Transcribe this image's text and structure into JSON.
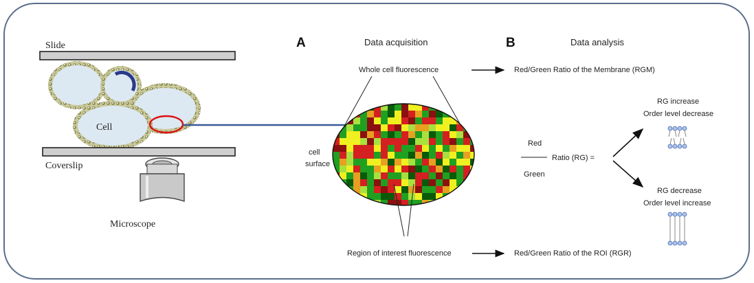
{
  "left_panel": {
    "slide_label": "Slide",
    "cell_label": "Cell",
    "coverslip_label": "Coverslip",
    "microscope_label": "Microscope"
  },
  "panel_a": {
    "letter": "A",
    "title": "Data acquisition",
    "whole_cell_label": "Whole cell fluorescence",
    "cell_surface_line1": "cell",
    "cell_surface_line2": "surface",
    "roi_label": "Region of interest fluorescence"
  },
  "panel_b": {
    "letter": "B",
    "title": "Data analysis",
    "rgm_label": "Red/Green Ratio of the Membrane (RGM)",
    "rgr_label": "Red/Green Ratio of the ROI (RGR)",
    "ratio_numerator": "Red",
    "ratio_denominator": "Green",
    "ratio_label": "Ratio (RG) =",
    "increase_line1": "RG increase",
    "increase_line2": "Order level decrease",
    "decrease_line1": "RG decrease",
    "decrease_line2": "Order level increase"
  },
  "colors": {
    "frame_border": "#5a6e8c",
    "connector": "#3a5a9a",
    "roi_circle": "#dd1111",
    "pixel_red": "#d42020",
    "pixel_dark_red": "#8b1010",
    "pixel_green": "#20a020",
    "pixel_dark_green": "#0a5a0a",
    "pixel_yellow": "#f0f020",
    "pixel_light_green": "#a8e040",
    "pixel_orange": "#e8a020"
  }
}
